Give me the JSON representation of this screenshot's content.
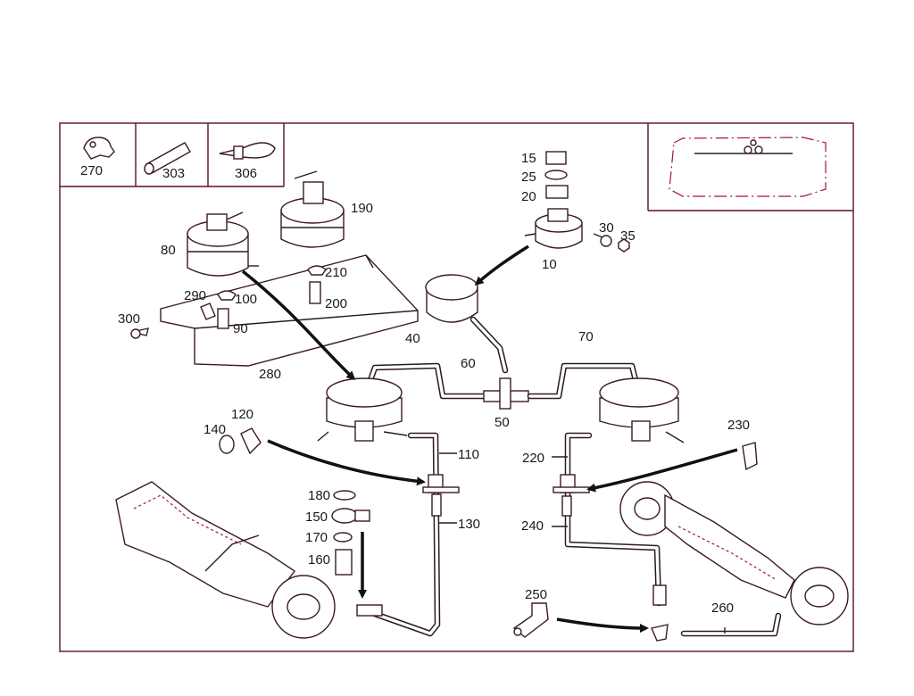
{
  "legend_items": [
    {
      "number": "270",
      "icon": "cable-clip-icon"
    },
    {
      "number": "303",
      "icon": "sleeve-icon"
    },
    {
      "number": "306",
      "icon": "cable-tie-icon"
    }
  ],
  "callouts": {
    "c10": "10",
    "c15": "15",
    "c20": "20",
    "c25": "25",
    "c30": "30",
    "c35": "35",
    "c40": "40",
    "c50": "50",
    "c60": "60",
    "c70": "70",
    "c80": "80",
    "c90": "90",
    "c100": "100",
    "c110": "110",
    "c120": "120",
    "c130": "130",
    "c140": "140",
    "c150": "150",
    "c160": "160",
    "c170": "170",
    "c180": "180",
    "c190": "190",
    "c200": "200",
    "c210": "210",
    "c220": "220",
    "c230": "230",
    "c240": "240",
    "c250": "250",
    "c260": "260",
    "c280": "280",
    "c290": "290",
    "c300": "300"
  },
  "colors": {
    "frame": "#5a0f28",
    "accent": "#a3123a",
    "line": "#2a1a20"
  }
}
